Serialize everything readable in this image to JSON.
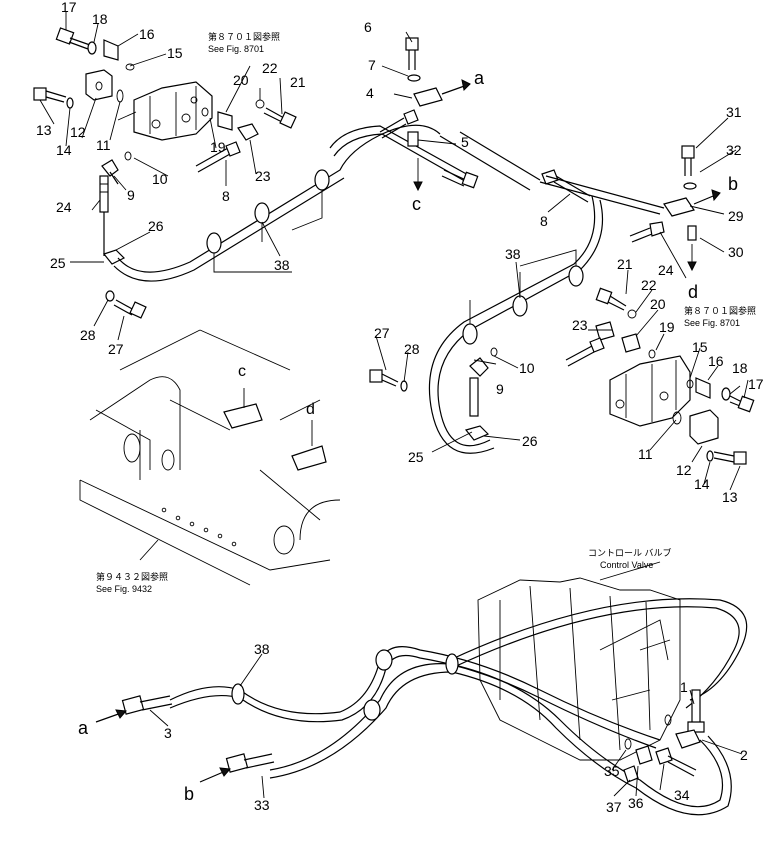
{
  "part_labels": [
    "1",
    "2",
    "3",
    "4",
    "5",
    "6",
    "7",
    "8",
    "9",
    "10",
    "11",
    "12",
    "13",
    "14",
    "15",
    "16",
    "17",
    "18",
    "19",
    "20",
    "21",
    "22",
    "23",
    "24",
    "25",
    "26",
    "27",
    "28",
    "29",
    "30",
    "31",
    "32",
    "33",
    "34",
    "35",
    "36",
    "37",
    "38"
  ],
  "letters": {
    "a": "a",
    "b": "b",
    "c": "c",
    "d": "d"
  },
  "references": {
    "fig8701_jp": "第８７０１図参照",
    "fig8701_en": "See Fig. 8701",
    "fig9432_jp": "第９４３２図参照",
    "fig9432_en": "See Fig. 9432",
    "control_valve_jp": "コントロール バルブ",
    "control_valve_en": "Control Valve"
  }
}
